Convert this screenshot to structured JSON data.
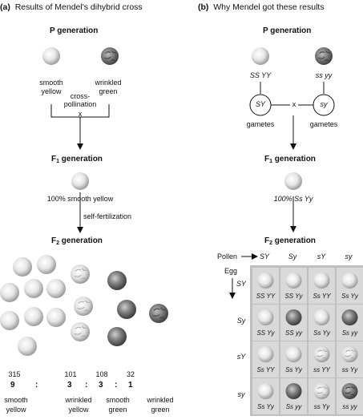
{
  "panel_a": {
    "letter": "(a)",
    "title": "Results of Mendel's dihybrid cross",
    "p_generation": "P generation",
    "parent1": [
      "smooth",
      "yellow"
    ],
    "parent2": [
      "wrinkled",
      "green"
    ],
    "cross": [
      "cross-",
      "pollination",
      "x"
    ],
    "f1_generation": "F",
    "f1_sub": "1",
    "f1_suffix": " generation",
    "f1_label": "100% smooth yellow",
    "self_fert": "self-fertilization",
    "f2_generation": "F",
    "f2_sub": "2",
    "f2_suffix": " generation",
    "counts": [
      "315",
      "101",
      "108",
      "32"
    ],
    "ratio": [
      "9",
      ":",
      "3",
      ":",
      "3",
      ":",
      "1"
    ],
    "phenotypes": [
      [
        "smooth",
        "yellow"
      ],
      [
        "wrinkled",
        "yellow"
      ],
      [
        "smooth",
        "green"
      ],
      [
        "wrinkled",
        "green"
      ]
    ]
  },
  "panel_b": {
    "letter": "(b)",
    "title": "Why Mendel got these results",
    "p_generation": "P generation",
    "parent1_genotype": "SS YY",
    "parent2_genotype": "ss yy",
    "gamete1": "SY",
    "gamete2": "sy",
    "cross": "x",
    "gametes_label": "gametes",
    "f1_generation": "F",
    "f1_sub": "1",
    "f1_suffix": " generation",
    "f1_label": "100% Ss Yy",
    "f2_generation": "F",
    "f2_sub": "2",
    "f2_suffix": " generation",
    "pollen_label": "Pollen",
    "egg_label": "Egg",
    "pollen_gametes": [
      "SY",
      "Sy",
      "sY",
      "sy"
    ],
    "egg_gametes": [
      "SY",
      "Sy",
      "sY",
      "sy"
    ],
    "cells": [
      [
        "SS YY",
        "SS Yy",
        "Ss YY",
        "Ss Yy"
      ],
      [
        "SS Yy",
        "SS yy",
        "Ss Yy",
        "Ss yy"
      ],
      [
        "Ss YY",
        "Ss Yy",
        "ss YY",
        "ss Yy"
      ],
      [
        "Ss Yy",
        "Ss yy",
        "ss Yy",
        "ss yy"
      ]
    ]
  },
  "colors": {
    "yellow_pea": "#e8e8e8",
    "green_pea": "#7a7a7a",
    "punnett_bg": "#bfbfbf",
    "punnett_cell": "#d9d9d9"
  }
}
